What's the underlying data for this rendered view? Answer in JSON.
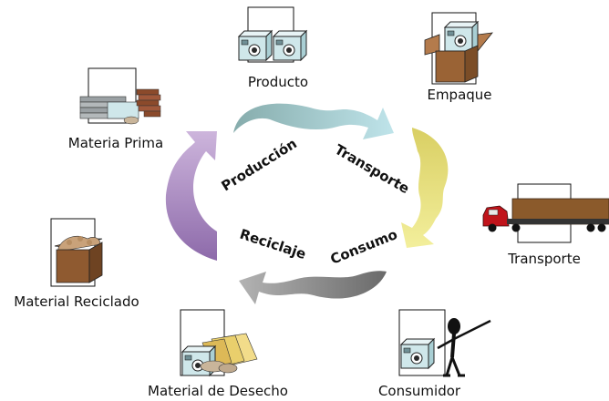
{
  "diagram": {
    "cycle_stages": {
      "produccion": "Producción",
      "transporte": "Transporte",
      "consumo": "Consumo",
      "reciclaje": "Reciclaje"
    },
    "nodes": {
      "materia_prima": "Materia Prima",
      "producto": "Producto",
      "empaque": "Empaque",
      "transporte": "Transporte",
      "consumidor": "Consumidor",
      "material_desecho": "Material de Desecho",
      "material_reciclado": "Material Reciclado"
    },
    "colors": {
      "arrow_produccion_top": "#8fb8b8",
      "arrow_transporte_top": "#b2dde4",
      "arrow_right": "#e8e07a",
      "arrow_bottom": "#7f7f7f",
      "arrow_left": "#a98bbf",
      "box_fill": "#cfe7ea",
      "cardboard": "#a0673c",
      "truck_trailer": "#8b5a2b",
      "truck_cab": "#c0141b"
    },
    "icons": [
      "products-icon",
      "package-box-icon",
      "truck-icon",
      "consumer-figure-icon",
      "waste-pile-icon",
      "recycled-box-icon",
      "raw-materials-icon"
    ]
  }
}
